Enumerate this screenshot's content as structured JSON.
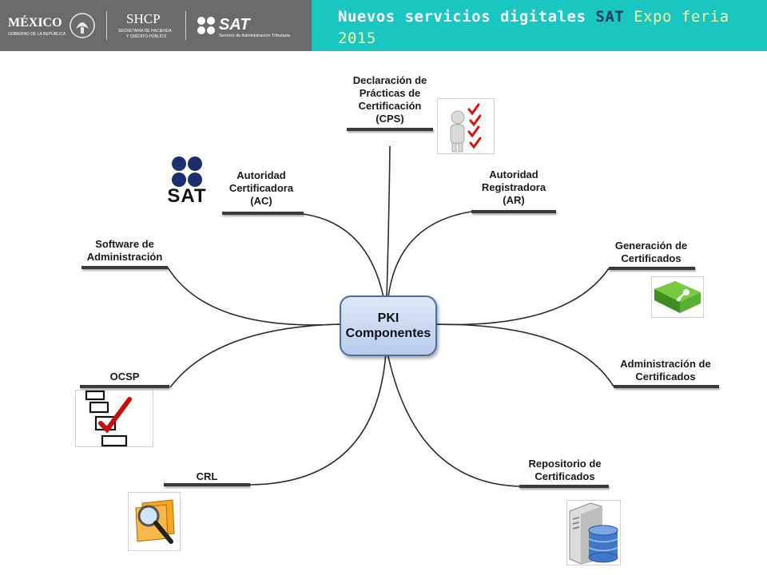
{
  "header": {
    "logos": {
      "mexico": "MÉXICO",
      "mexico_sub": "GOBIERNO DE LA REPÚBLICA",
      "shcp": "SHCP",
      "shcp_sub1": "SECRETARÍA DE HACIENDA",
      "shcp_sub2": "Y CRÉDITO PÚBLICO",
      "sat": "SAT",
      "sat_sub": "Servicio de Administración Tributaria"
    },
    "title_part1": "Nuevos servicios digitales",
    "title_part2": "SAT",
    "title_part3": "Expo",
    "title_part4": "feria 2015",
    "colors": {
      "left_band": "#6b6b6b",
      "right_band": "#1ac6c1"
    }
  },
  "diagram": {
    "center": {
      "line1": "PKI",
      "line2": "Componentes"
    },
    "nodes": {
      "cps": [
        "Declaración de",
        "Prácticas de",
        "Certificación",
        "(CPS)"
      ],
      "ac": [
        "Autoridad",
        "Certificadora",
        "(AC)"
      ],
      "ar": [
        "Autoridad",
        "Registradora",
        "(AR)"
      ],
      "software": [
        "Software de",
        "Administración"
      ],
      "generacion": [
        "Generación de",
        "Certificados"
      ],
      "admin": [
        "Administración de",
        "Certificados"
      ],
      "ocsp": [
        "OCSP"
      ],
      "crl": [
        "CRL"
      ],
      "repositorio": [
        "Repositorio de",
        "Certificados"
      ]
    },
    "sat_logo_text": "SAT",
    "icons": [
      "checklist-person-icon",
      "sat-logo",
      "green-folder-key-icon",
      "checklist-icon",
      "folder-magnifier-icon",
      "server-database-icon"
    ]
  }
}
